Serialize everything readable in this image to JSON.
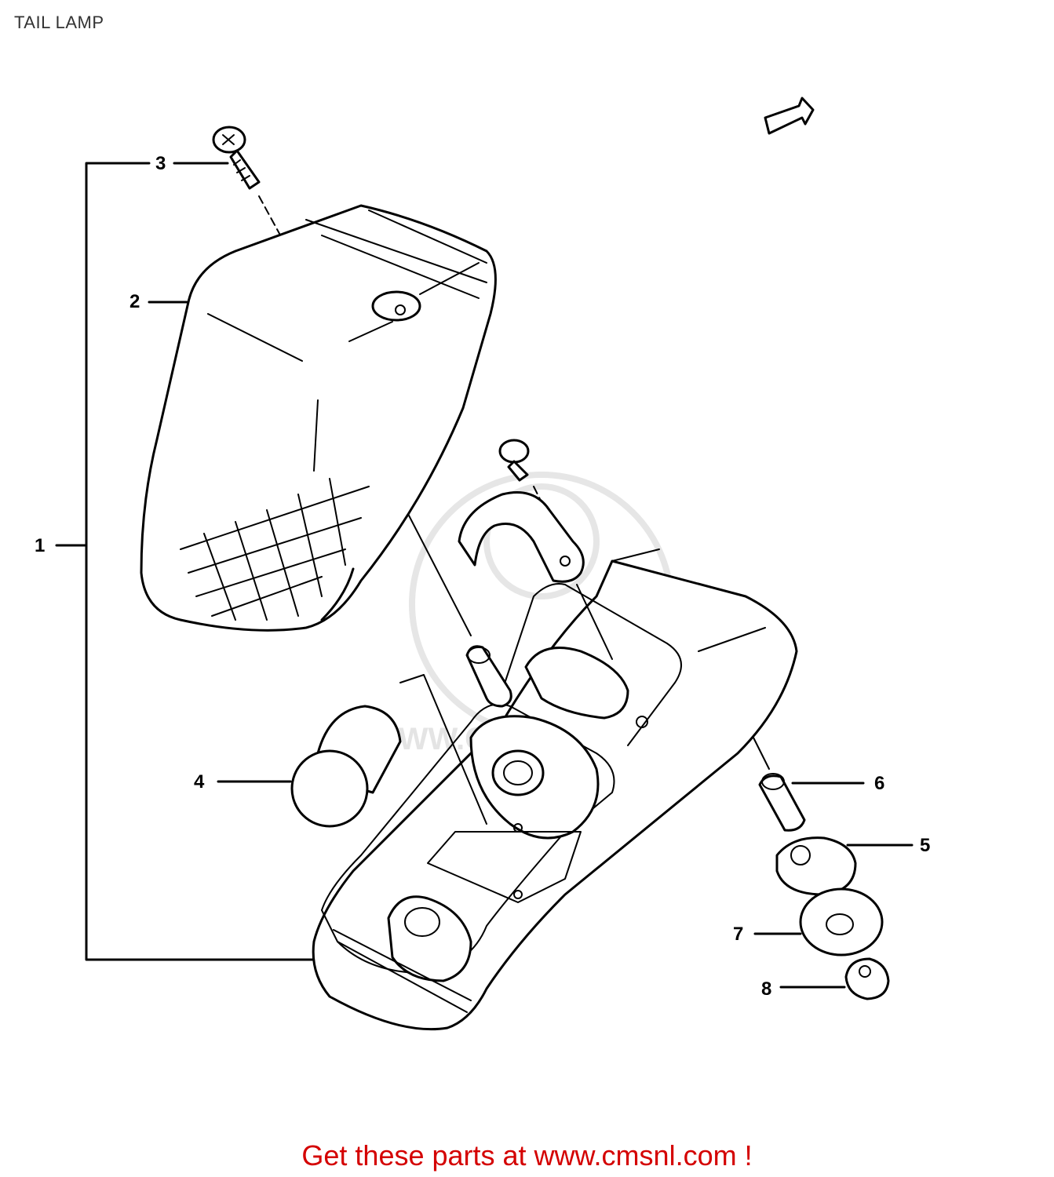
{
  "page": {
    "title": "TAIL LAMP"
  },
  "callouts": {
    "c1": "1",
    "c2": "2",
    "c3": "3",
    "c4": "4",
    "c5": "5",
    "c6": "6",
    "c7": "7",
    "c8": "8"
  },
  "watermark": {
    "text": "WWW.CMSNL.COM"
  },
  "footer": {
    "link_text": "Get these parts at www.cmsnl.com !"
  },
  "colors": {
    "footer_link": "#d40000",
    "line_art": "#000000",
    "watermark": "#e4e4e4"
  }
}
